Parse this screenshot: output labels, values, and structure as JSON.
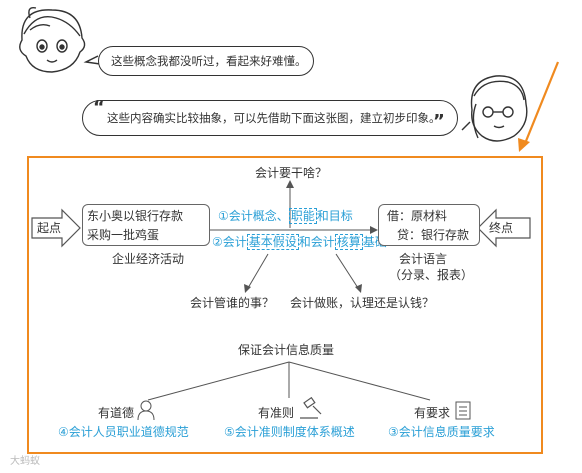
{
  "dialog": {
    "first": "这些概念我都没听过，看起来好难懂。",
    "second": "这些内容确实比较抽象，可以先借助下面这张图，建立初步印象。"
  },
  "diagram": {
    "top_question": "会计要干啥？",
    "start_label": "起点",
    "end_label": "终点",
    "left_box": {
      "line1": "东小奥以银行存款",
      "line2": "采购一批鸡蛋"
    },
    "left_caption": "企业经济活动",
    "middle_line1": {
      "prefix": "①会计概念、",
      "highlight": "职能",
      "suffix": "和目标"
    },
    "middle_line2": {
      "prefix": "②会计",
      "highlight1": "基本假设",
      "mid": "和会计",
      "highlight2": "核算",
      "suffix": "基础"
    },
    "right_box": {
      "line1": "借：原材料",
      "line2": "贷：银行存款"
    },
    "right_caption_line1": "会计语言",
    "right_caption_line2": "（分录、报表）",
    "q_left": "会计管谁的事？",
    "q_right": "会计做账，认理还是认钱？",
    "quality_title": "保证会计信息质量",
    "branches": [
      {
        "label": "有道德",
        "topic": "④会计人员职业道德规范",
        "icon": "person-icon"
      },
      {
        "label": "有准则",
        "topic": "⑤会计准则制度体系概述",
        "icon": "gavel-icon"
      },
      {
        "label": "有要求",
        "topic": "③会计信息质量要求",
        "icon": "document-icon"
      }
    ]
  },
  "watermark": "大蚂蚁",
  "colors": {
    "accent": "#2a9fd6",
    "frame": "#f08a1f",
    "text": "#333333"
  }
}
